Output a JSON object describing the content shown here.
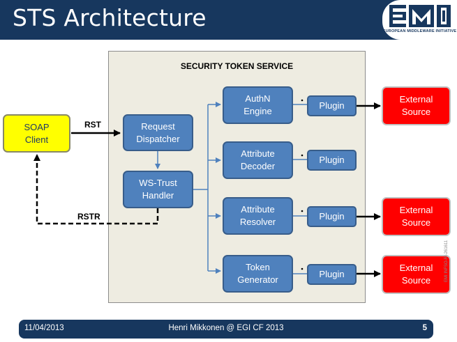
{
  "title": "STS Architecture",
  "logo": {
    "letters": "EMI",
    "text": "EUROPEAN MIDDLEWARE INITIATIVE"
  },
  "diagram": {
    "sts_title": "SECURITY TOKEN SERVICE",
    "soap_client": "SOAP\nClient",
    "request_dispatcher": "Request\nDispatcher",
    "ws_trust_handler": "WS-Trust\nHandler",
    "authn_engine": "AuthN\nEngine",
    "attribute_decoder": "Attribute\nDecoder",
    "attribute_resolver": "Attribute\nResolver",
    "token_generator": "Token\nGenerator",
    "plugin_1": "Plugin",
    "plugin_2": "Plugin",
    "plugin_3": "Plugin",
    "plugin_4": "Plugin",
    "external_source_1": "External\nSource",
    "external_source_2": "External\nSource",
    "external_source_3": "External\nSource",
    "rst_label": "RST",
    "rstr_label": "RSTR"
  },
  "footer": {
    "date": "11/04/2013",
    "presenter": "Henri Mikkonen @ EGI CF 2013",
    "page": "5"
  },
  "side_code": "EMI INFSO-RI-261611",
  "colors": {
    "header_bg": "#17375e",
    "box_blue": "#4f81bd",
    "client_yellow": "#ffff00",
    "external_red": "#ff0000",
    "panel_bg": "#eeece1"
  }
}
